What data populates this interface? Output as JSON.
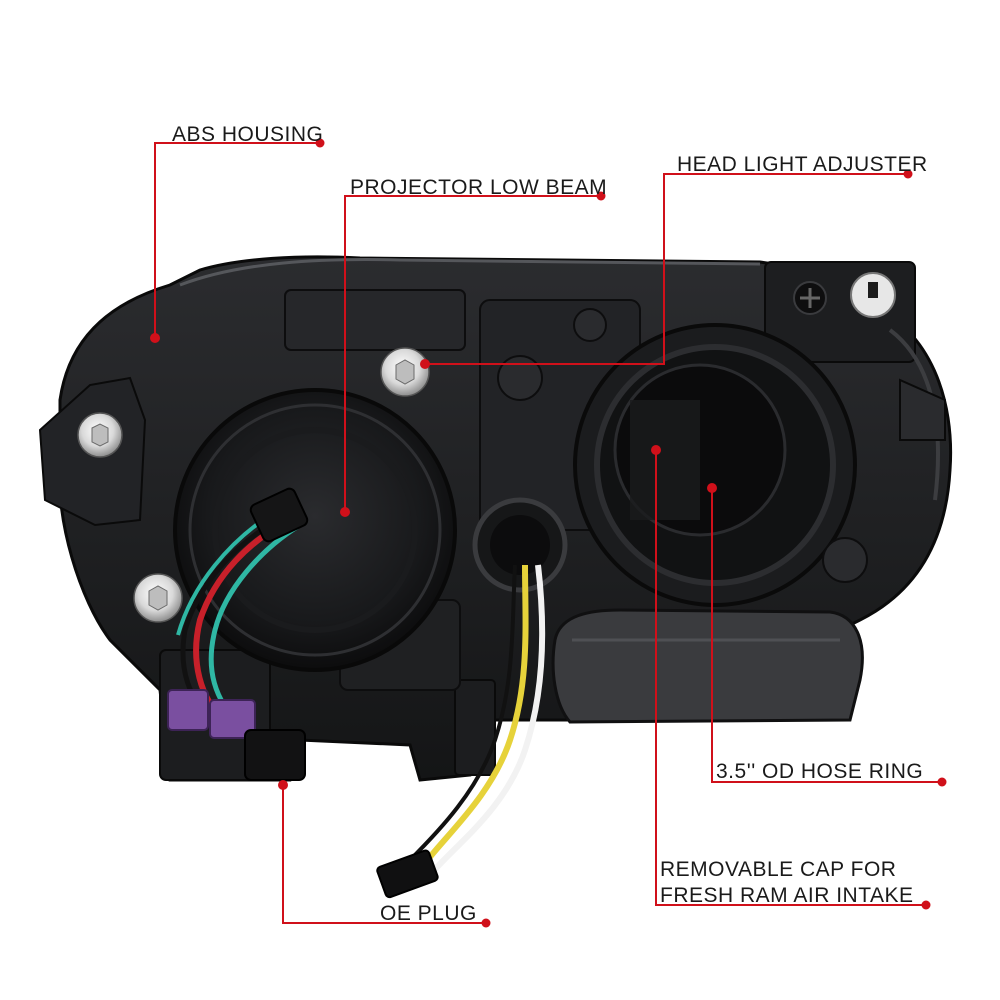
{
  "diagram": {
    "accent_color": "#d0101a",
    "housing_color": "#1e1f21",
    "callouts": [
      {
        "id": "abs-housing",
        "label": "ABS HOUSING"
      },
      {
        "id": "projector-low-beam",
        "label": "PROJECTOR LOW BEAM"
      },
      {
        "id": "head-light-adjuster",
        "label": "HEAD LIGHT ADJUSTER"
      },
      {
        "id": "hose-ring",
        "label": "3.5'' OD HOSE RING"
      },
      {
        "id": "removable-cap",
        "label_line1": "REMOVABLE CAP FOR",
        "label_line2": "FRESH RAM AIR INTAKE"
      },
      {
        "id": "oe-plug",
        "label": "OE PLUG"
      }
    ],
    "wire_colors": {
      "red": "#c8202a",
      "teal": "#2fb7a4",
      "purple": "#7a4fa0",
      "yellow": "#e6d23a",
      "white": "#f2f2f2",
      "black": "#111111"
    }
  }
}
